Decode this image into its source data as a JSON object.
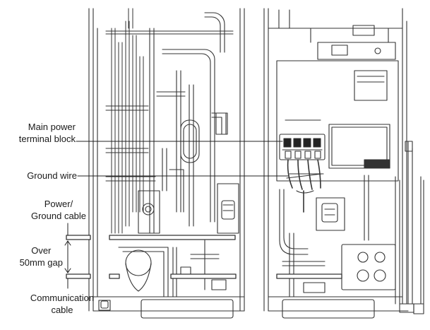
{
  "labels": {
    "main_power_terminal_block": {
      "line1": "Main power",
      "line2": "terminal block"
    },
    "ground_wire": "Ground wire",
    "power_ground_cable": {
      "line1": "Power/",
      "line2": "Ground cable"
    },
    "gap": {
      "line1": "Over",
      "line2": "50mm gap"
    },
    "communication_cable": {
      "line1": "Communication",
      "line2": "cable"
    }
  }
}
